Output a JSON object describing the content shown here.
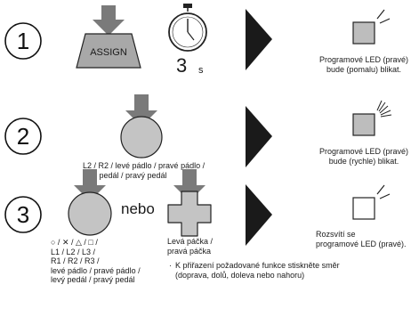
{
  "steps": [
    {
      "number": "1",
      "button_label": "ASSIGN",
      "duration_value": "3",
      "duration_unit": "s",
      "result_text": "Programové LED (pravé)\nbude (pomalu) blikat."
    },
    {
      "number": "2",
      "input_text": "L2 / R2 / levé pádlo / pravé pádlo /\nlevý pedál / pravý pedál",
      "result_text": "Programové LED (pravé)\nbude (rychle) blikat."
    },
    {
      "number": "3",
      "input_text": "○ / ✕ / △ / □ /\nL1 / L2 / L3 /\nR1 / R2 / R3 /\nlevé pádlo / pravé pádlo /\nlevý pedál / pravý pedál",
      "connector": "nebo",
      "stick_text": "Levá páčka /\npravá páčka",
      "note_bullet": "·",
      "note_text": "K přiřazení požadované funkce stiskněte směr\n(doprava, dolů, doleva nebo nahoru)",
      "result_text": "Rozsvítí se\nprogramové LED (pravé)."
    }
  ],
  "colors": {
    "arrow": "#7a7a7a",
    "button_fill": "#a8a8a8",
    "circle_fill": "#c4c4c4",
    "chevron": "#1a1a1a"
  }
}
